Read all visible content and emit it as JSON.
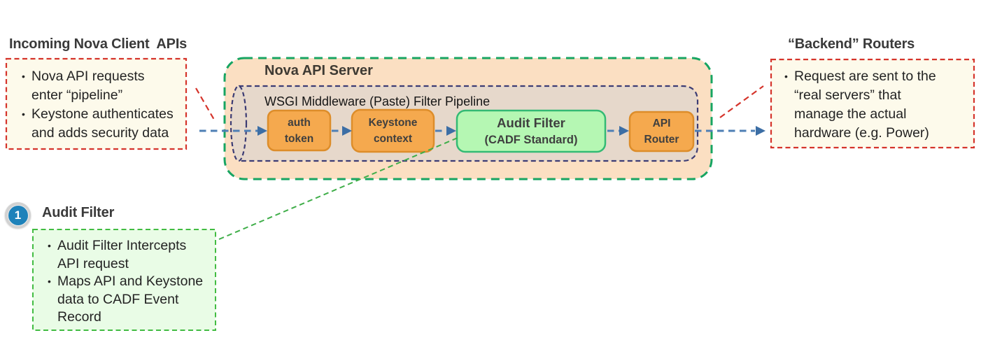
{
  "left_note": {
    "title": "Incoming Nova Client  APIs",
    "bullets": [
      {
        "lines": [
          "Nova API requests",
          "enter “pipeline”"
        ]
      },
      {
        "lines": [
          "Keystone authenticates",
          "and adds security data"
        ]
      }
    ]
  },
  "server": {
    "title": "Nova API Server",
    "pipeline_label": "WSGI Middleware (Paste) Filter Pipeline",
    "stages": [
      {
        "name": "auth-token",
        "lines": [
          "auth",
          "token"
        ]
      },
      {
        "name": "keystone-context",
        "lines": [
          "Keystone",
          "context"
        ]
      },
      {
        "name": "audit-filter",
        "lines": [
          "Audit Filter",
          "(CADF Standard)"
        ]
      },
      {
        "name": "api-router",
        "lines": [
          "API",
          "Router"
        ]
      }
    ]
  },
  "right_note": {
    "title": "“Backend” Routers",
    "bullets": [
      {
        "lines": [
          "Request are sent to the",
          "“real servers” that",
          "manage the actual",
          "hardware (e.g. Power)"
        ]
      }
    ]
  },
  "callout": {
    "badge": "1",
    "title": "Audit Filter",
    "bullets": [
      {
        "lines": [
          "Audit Filter Intercepts",
          "API request"
        ]
      },
      {
        "lines": [
          "Maps API and Keystone",
          "data to CADF Event",
          "Record"
        ]
      }
    ]
  },
  "colors": {
    "red_dash": "#d5342b",
    "cream_fill": "#fdfaeb",
    "server_border_green": "#17a562",
    "server_fill_peach": "#fbdfc2",
    "pipeline_fill_tan": "#e6d8cb",
    "pipeline_border_navy": "#3c3c74",
    "stage_orange_fill": "#f5a94e",
    "stage_orange_border": "#dd8d2a",
    "audit_green_fill": "#b5f7b3",
    "audit_green_border": "#33ba74",
    "note_green_fill": "#e9fce6",
    "note_green_border": "#42bc42",
    "arrow_blue": "#4e7fb5",
    "badge_blue": "#1e82ba",
    "text_dark": "#3a3a3a"
  }
}
